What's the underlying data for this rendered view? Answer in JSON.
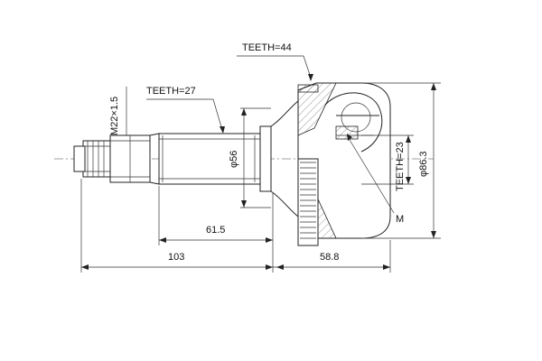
{
  "labels": {
    "teeth_housing": "TEETH=44",
    "teeth_shaft": "TEETH=27",
    "thread": "M22×1.5",
    "teeth_inner": "TEETH=23",
    "dia_shaft": "φ56",
    "dia_housing": "φ86.3",
    "marker_m": "M"
  },
  "dimensions": {
    "len_61_5": "61.5",
    "len_103": "103",
    "len_58_8": "58.8"
  }
}
